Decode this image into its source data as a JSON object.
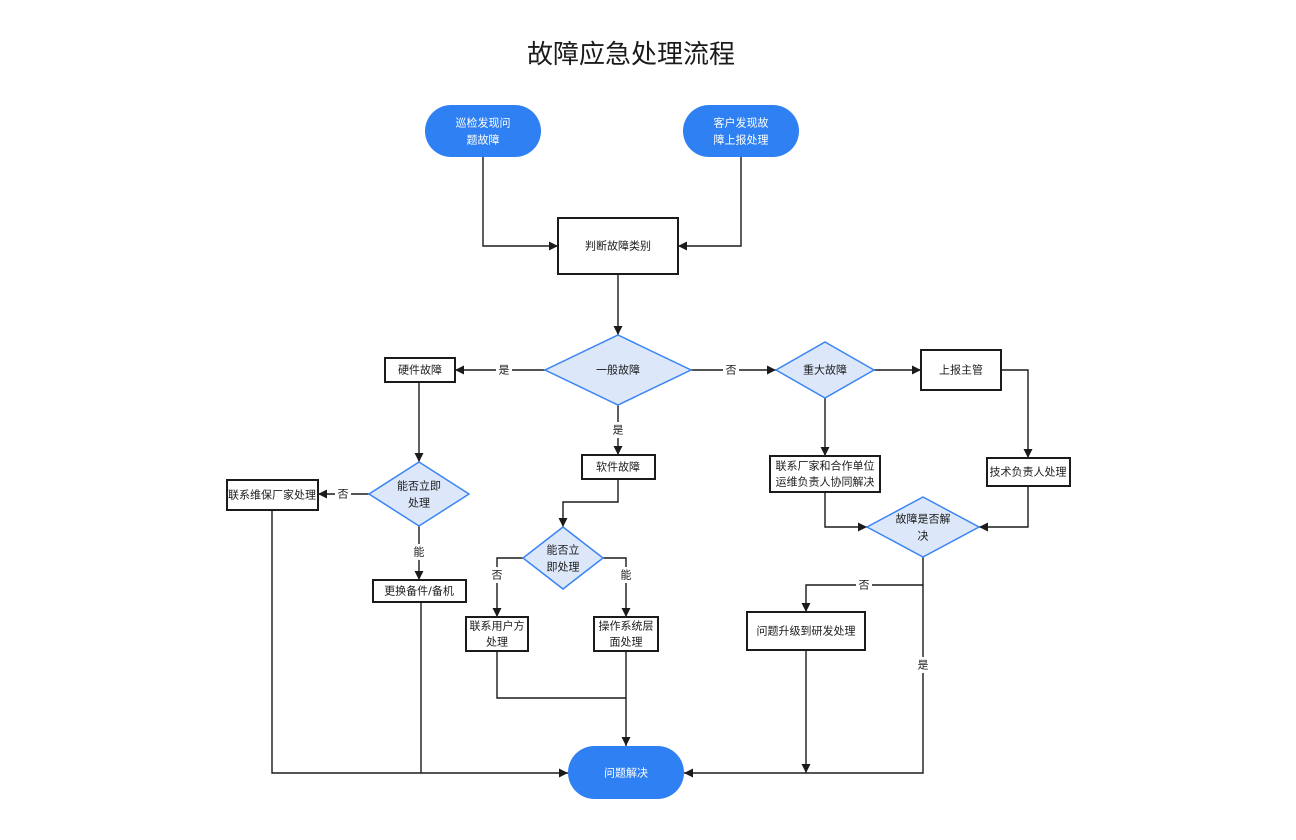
{
  "title": "故障应急处理流程",
  "colors": {
    "terminal_fill": "#2f80f2",
    "decision_fill": "#dce8fa",
    "decision_stroke": "#3a85f4",
    "line": "#1b1b1b"
  },
  "nodes": {
    "start_inspection": {
      "lines": [
        "巡检发现问",
        "题故障"
      ]
    },
    "start_customer": {
      "lines": [
        "客户发现故",
        "障上报处理"
      ]
    },
    "judge_category": {
      "label": "判断故障类别"
    },
    "decision_general": {
      "label": "一般故障"
    },
    "hardware_fault": {
      "label": "硬件故障"
    },
    "software_fault": {
      "label": "软件故障"
    },
    "decision_major": {
      "label": "重大故障"
    },
    "report_supervisor": {
      "label": "上报主管"
    },
    "contact_vendor_partner": {
      "lines": [
        "联系厂家和合作单位",
        "运维负责人协同解决"
      ]
    },
    "tech_lead": {
      "label": "技术负责人处理"
    },
    "decision_resolved": {
      "lines": [
        "故障是否解",
        "决"
      ]
    },
    "escalate_rd": {
      "label": "问题升级到研发处理"
    },
    "decision_hw_immediate": {
      "lines": [
        "能否立即",
        "处理"
      ]
    },
    "contact_maintenance_vendor": {
      "label": "联系维保厂家处理"
    },
    "replace_spare": {
      "label": "更换备件/备机"
    },
    "decision_sw_immediate": {
      "lines": [
        "能否立",
        "即处理"
      ]
    },
    "contact_user": {
      "lines": [
        "联系用户方",
        "处理"
      ]
    },
    "os_level": {
      "lines": [
        "操作系统层",
        "面处理"
      ]
    },
    "resolved": {
      "label": "问题解决"
    }
  },
  "edge_labels": {
    "general_to_hardware": "是",
    "general_to_major": "否",
    "general_to_software": "是",
    "hw_to_vendor": "否",
    "hw_to_replace": "能",
    "sw_to_user": "否",
    "sw_to_os": "能",
    "resolved_no": "否",
    "resolved_yes": "是"
  }
}
